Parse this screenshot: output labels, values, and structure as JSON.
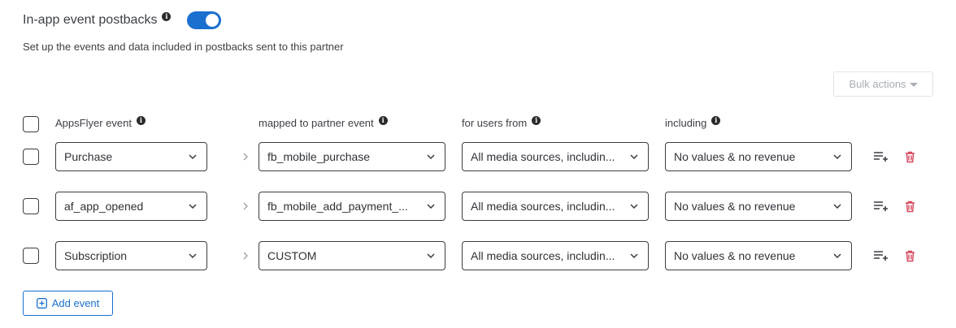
{
  "header": {
    "title": "In-app event postbacks",
    "info_icon": "info-icon",
    "toggle_on": true
  },
  "subtitle": "Set up the events and data included in postbacks sent to this partner",
  "bulk_actions": {
    "label": "Bulk actions"
  },
  "columns": {
    "appsflyer_event": "AppsFlyer event",
    "partner_event": "mapped to partner event",
    "users_from": "for users from",
    "including": "including"
  },
  "rows": [
    {
      "appsflyer_event": "Purchase",
      "partner_event": "fb_mobile_purchase",
      "users_from": "All media sources, includin...",
      "including": "No values & no revenue"
    },
    {
      "appsflyer_event": "af_app_opened",
      "partner_event": "fb_mobile_add_payment_...",
      "users_from": "All media sources, includin...",
      "including": "No values & no revenue"
    },
    {
      "appsflyer_event": "Subscription",
      "partner_event": "CUSTOM",
      "users_from": "All media sources, includin...",
      "including": "No values & no revenue"
    }
  ],
  "add_event": {
    "label": "Add event"
  },
  "colors": {
    "accent": "#1a6fcf",
    "delete": "#d6455d"
  }
}
